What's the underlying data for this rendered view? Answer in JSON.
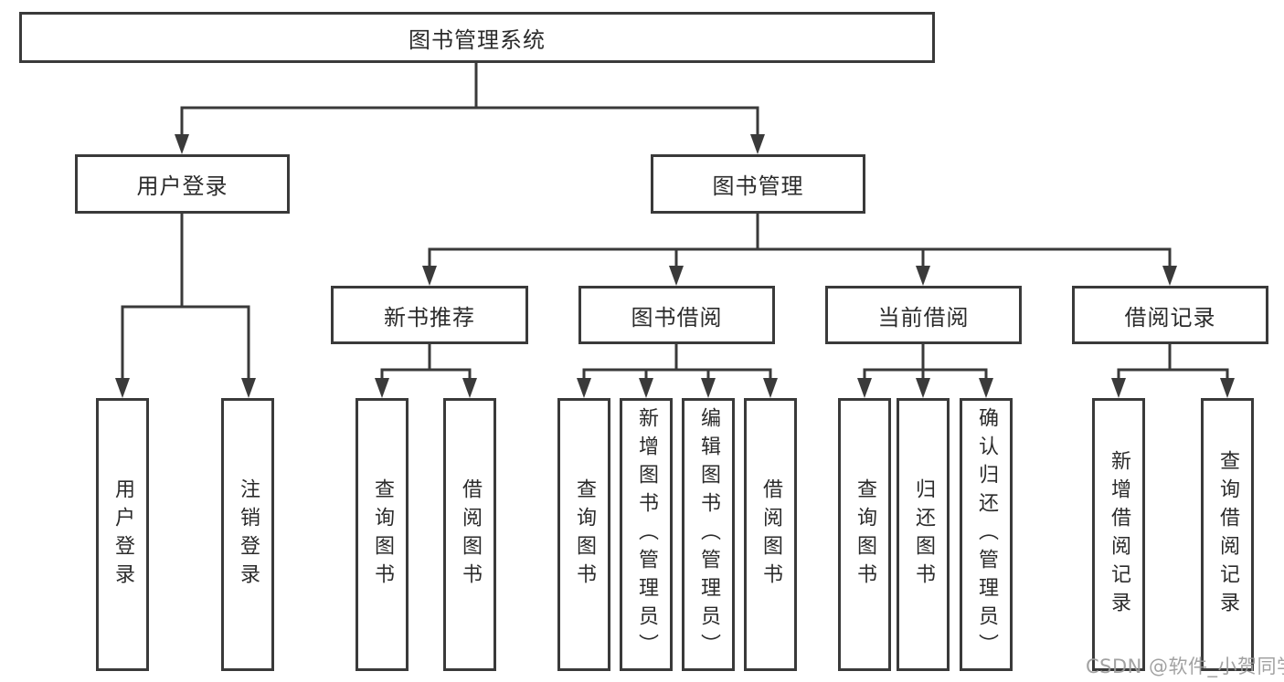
{
  "tree": {
    "root": {
      "label": "图书管理系统"
    },
    "branches": [
      {
        "label": "用户登录",
        "children": [
          {
            "label": "用户登录"
          },
          {
            "label": "注销登录"
          }
        ]
      },
      {
        "label": "图书管理",
        "sections": [
          {
            "label": "新书推荐",
            "children": [
              {
                "label": "查询图书"
              },
              {
                "label": "借阅图书"
              }
            ]
          },
          {
            "label": "图书借阅",
            "children": [
              {
                "label": "查询图书"
              },
              {
                "label": "新增图书（管理员）"
              },
              {
                "label": "编辑图书（管理员）"
              },
              {
                "label": "借阅图书"
              }
            ]
          },
          {
            "label": "当前借阅",
            "children": [
              {
                "label": "查询图书"
              },
              {
                "label": "归还图书"
              },
              {
                "label": "确认归还（管理员）"
              }
            ]
          },
          {
            "label": "借阅记录",
            "children": [
              {
                "label": "新增借阅记录"
              },
              {
                "label": "查询借阅记录"
              }
            ]
          }
        ]
      }
    ]
  },
  "watermark": "CSDN @软件_小贺同学",
  "colors": {
    "line": "#3a3a3a",
    "box_border": "#3a3a3a",
    "box_fill": "#ffffff",
    "text": "#2b2b2b",
    "watermark": "#9b9b9b",
    "background": "#ffffff"
  }
}
